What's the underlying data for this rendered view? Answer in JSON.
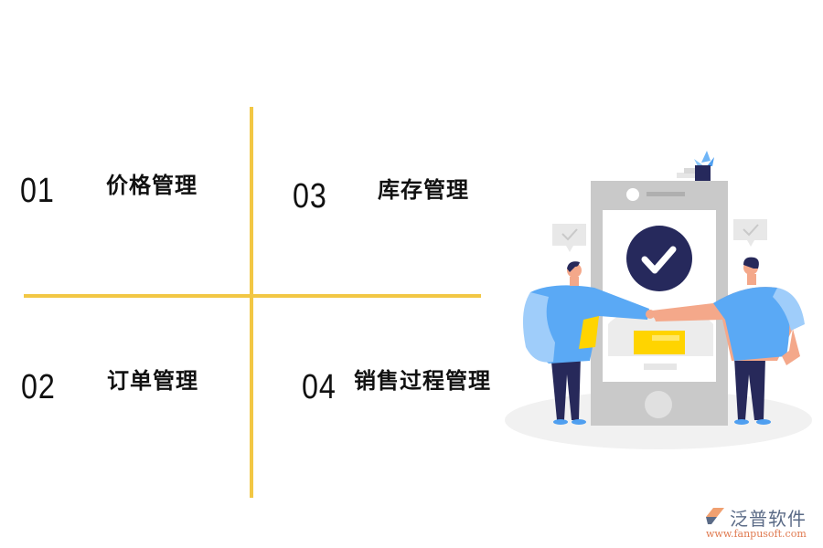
{
  "colors": {
    "divider": "#F2C744",
    "text": "#111111",
    "shirt": "#5AA9F5",
    "pants": "#27295A",
    "phone": "#C9C9C9",
    "check_circle": "#26295C",
    "card_yellow": "#FFD400",
    "skin": "#F4A88A"
  },
  "quadrants": [
    {
      "number": "01",
      "label": "价格管理"
    },
    {
      "number": "02",
      "label": "订单管理"
    },
    {
      "number": "03",
      "label": "库存管理"
    },
    {
      "number": "04",
      "label": "销售过程管理"
    }
  ],
  "illustration": {
    "description": "two people fist bumping in front of a phone with checkmark",
    "icons": [
      "checkmark-circle-icon",
      "speech-bubble-check-icon",
      "speech-bubble-check-icon",
      "plant-icon"
    ]
  },
  "logo": {
    "name": "泛普软件",
    "url": "www.fanpusoft.com"
  }
}
